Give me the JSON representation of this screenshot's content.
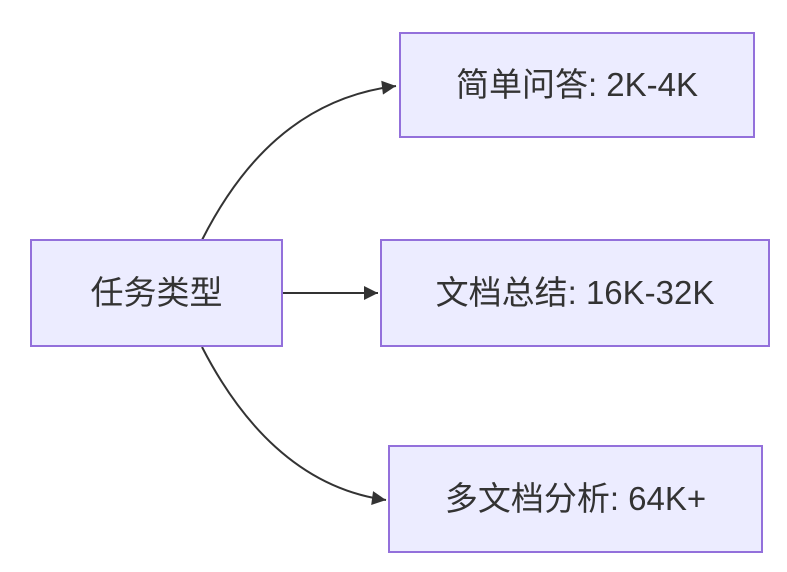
{
  "diagram": {
    "type": "flowchart-left-to-right",
    "colors": {
      "background": "#ffffff",
      "node_fill": "#ECECFF",
      "node_border": "#9370DB",
      "edge": "#333333",
      "text": "#333333"
    },
    "root": {
      "label": "任务类型"
    },
    "branches": [
      {
        "label": "简单问答: 2K-4K"
      },
      {
        "label": "文档总结: 16K-32K"
      },
      {
        "label": "多文档分析: 64K+"
      }
    ]
  }
}
